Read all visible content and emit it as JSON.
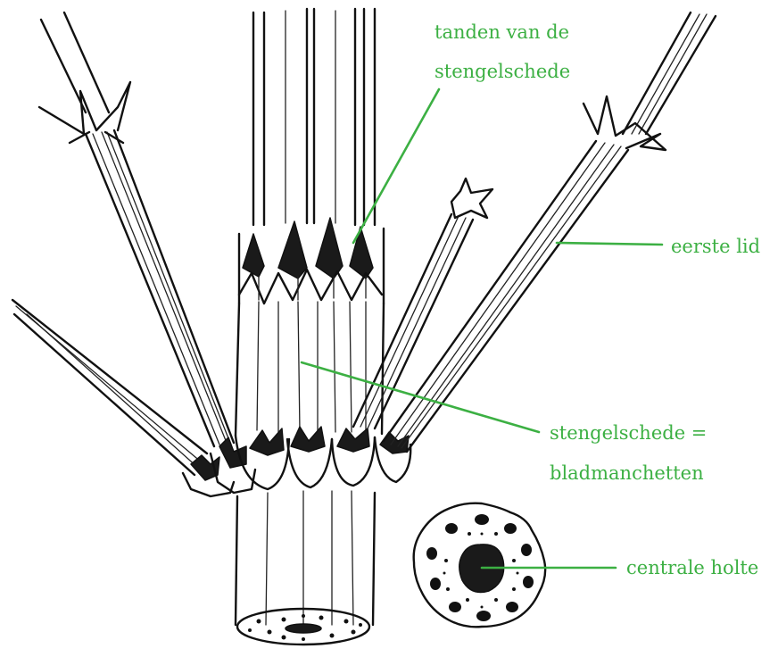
{
  "colors": {
    "label": "#3cb043",
    "ink": "#111111",
    "background": "#ffffff"
  },
  "labels": {
    "teeth_line1": "tanden van de",
    "teeth_line2": "stengelschede",
    "first_segment": "eerste lid",
    "sheath_line1": "stengelschede =",
    "sheath_line2": "bladmanchetten",
    "central_cavity": "centrale holte"
  }
}
